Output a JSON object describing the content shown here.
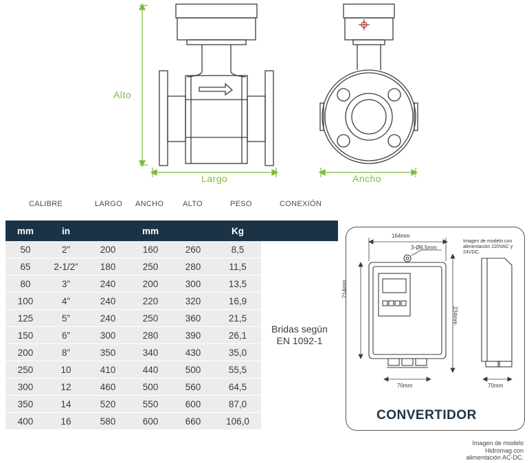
{
  "drawing": {
    "label_alto": "Alto",
    "label_largo": "Largo",
    "label_ancho": "Ancho"
  },
  "table": {
    "top_headers": [
      "CALIBRE",
      "LARGO",
      "ANCHO",
      "ALTO",
      "PESO",
      "CONEXIÓN"
    ],
    "unit_headers": {
      "mm": "mm",
      "in": "in",
      "mm2": "mm",
      "kg": "Kg"
    },
    "rows": [
      [
        "50",
        "2”",
        "200",
        "160",
        "260",
        "8,5"
      ],
      [
        "65",
        "2-1/2”",
        "180",
        "250",
        "280",
        "11,5"
      ],
      [
        "80",
        "3”",
        "240",
        "200",
        "300",
        "13,5"
      ],
      [
        "100",
        "4”",
        "240",
        "220",
        "320",
        "16,9"
      ],
      [
        "125",
        "5”",
        "240",
        "250",
        "360",
        "21,5"
      ],
      [
        "150",
        "6”",
        "300",
        "280",
        "390",
        "26,1"
      ],
      [
        "200",
        "8”",
        "350",
        "340",
        "430",
        "35,0"
      ],
      [
        "250",
        "10",
        "410",
        "440",
        "500",
        "55,5"
      ],
      [
        "300",
        "12",
        "460",
        "500",
        "560",
        "64,5"
      ],
      [
        "350",
        "14",
        "520",
        "550",
        "600",
        "87,0"
      ],
      [
        "400",
        "16",
        "580",
        "600",
        "660",
        "106,0"
      ]
    ],
    "connection_line1": "Bridas según",
    "connection_line2": "EN 1092-1"
  },
  "converter": {
    "dim_width": "164mm",
    "dim_holes": "3-Ø6,5mm",
    "dim_height_outer": "234mm",
    "dim_height_inner": "214mm",
    "dim_bottom_front": "70mm",
    "dim_bottom_side": "70mm",
    "note_top": "Imagen de modelo con alimentación 220VAC y 24VDC.",
    "title": "CONVERTIDOR"
  },
  "bottom_note": {
    "line1": "Imagen de modelo",
    "line2": "Hidromag con",
    "line3": "alimentación AC-DC."
  },
  "colors": {
    "dimension_green": "#7dbb3b",
    "header_navy": "#1b3346",
    "row_gray": "#ececec",
    "line_dark": "#3c3c3c"
  }
}
